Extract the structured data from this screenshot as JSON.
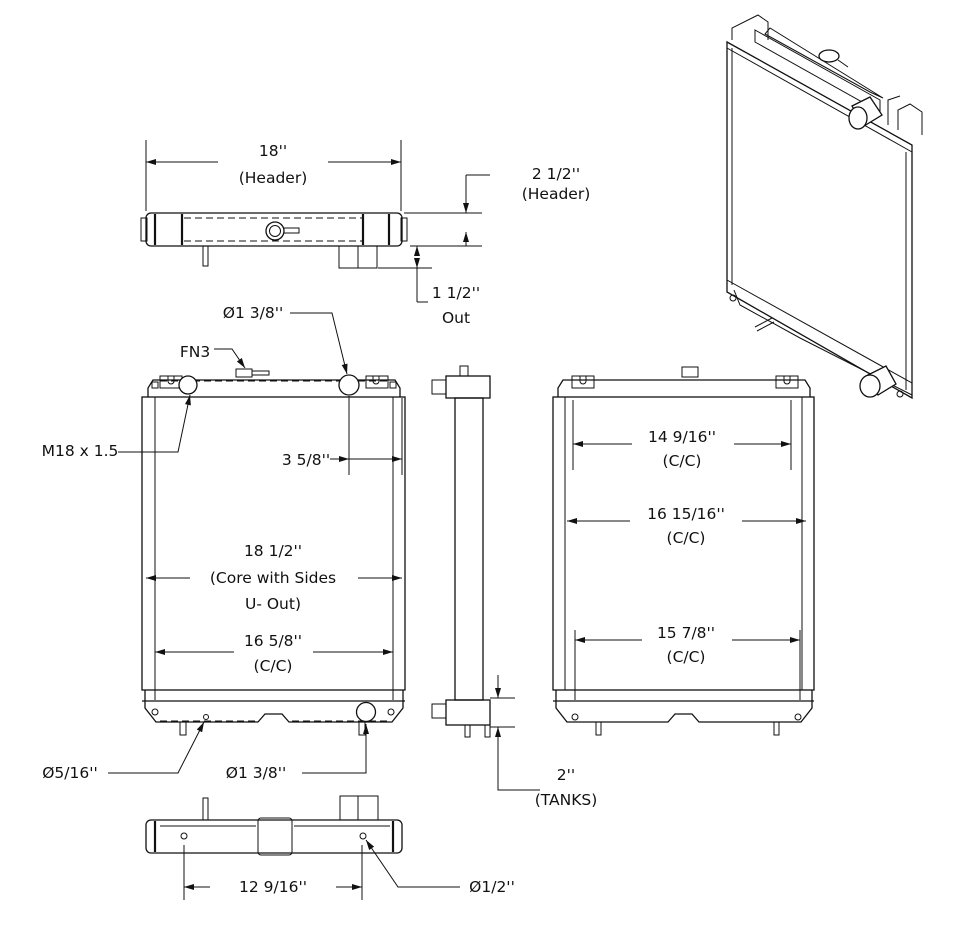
{
  "drawing": {
    "top_view": {
      "width_value": "18''",
      "width_note": "(Header)",
      "height_value": "2 1/2''",
      "height_note": "(Header)",
      "outlet_value": "1 1/2''",
      "outlet_note": "Out"
    },
    "front_view": {
      "inlet_callout": "Ø1 3/8''",
      "cap_callout": "FN3",
      "drain_callout": "M18 x 1.5",
      "inlet_offset": "3 5/8''",
      "core_value": "18 1/2''",
      "core_note_1": "(Core with Sides",
      "core_note_2": "U- Out)",
      "mount_value": "16 5/8''",
      "mount_note": "(C/C)",
      "small_port_callout": "Ø5/16''",
      "outlet_callout": "Ø1 3/8''"
    },
    "side_view": {
      "tank_value": "2''",
      "tank_note": "(TANKS)"
    },
    "rear_view": {
      "dim1_value": "14 9/16''",
      "dim1_note": "(C/C)",
      "dim2_value": "16 15/16''",
      "dim2_note": "(C/C)",
      "dim3_value": "15 7/8''",
      "dim3_note": "(C/C)"
    },
    "bottom_view": {
      "hole_spacing": "12 9/16''",
      "hole_callout": "Ø1/2''"
    }
  }
}
